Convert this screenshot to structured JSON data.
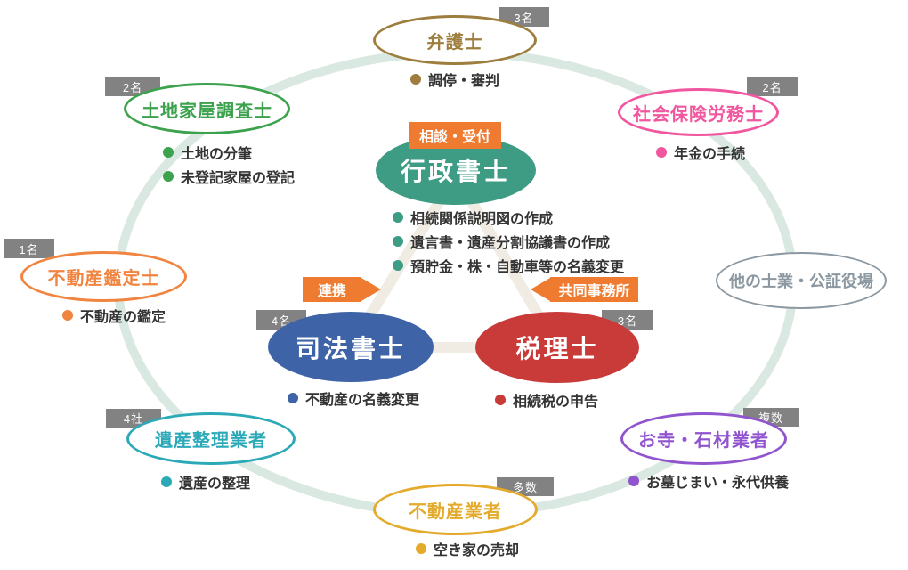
{
  "palette": {
    "ring": "#d9e9e1",
    "triangle": "#f0ebe3",
    "badge_bg": "#828282",
    "tag_bg": "#EE7B2F",
    "bullet_text": "#333333"
  },
  "center": {
    "gyouseishoshi": {
      "label": "行政書士",
      "tag": "相談・受付",
      "color": "#3E9C85",
      "bullets": [
        "相続関係説明図の作成",
        "遺言書・遺産分割協議書の作成",
        "預貯金・株・自動車等の名義変更"
      ]
    },
    "shihoushoshi": {
      "label": "司法書士",
      "badge": "4名",
      "tag": "連携",
      "color": "#3F63A7",
      "bullets": [
        "不動産の名義変更"
      ]
    },
    "zeirishi": {
      "label": "税理士",
      "badge": "3名",
      "tag": "共同事務所",
      "color": "#C93B39",
      "bullets": [
        "相続税の申告"
      ]
    }
  },
  "outer": {
    "bengoshi": {
      "label": "弁護士",
      "badge": "3名",
      "color": "#9E7E3E",
      "bullets": [
        "調停・審判"
      ]
    },
    "tochikaokuchousashi": {
      "label": "土地家屋調査士",
      "badge": "2名",
      "color": "#3DA24D",
      "bullets": [
        "土地の分筆",
        "未登記家屋の登記"
      ]
    },
    "shakaihokenroumushi": {
      "label": "社会保険労務士",
      "badge": "2名",
      "color": "#F0579E",
      "bullets": [
        "年金の手続"
      ]
    },
    "fudousankanteishi": {
      "label": "不動産鑑定士",
      "badge": "1名",
      "color": "#F08541",
      "bullets": [
        "不動産の鑑定"
      ]
    },
    "hokanoshigyou": {
      "label": "他の士業・公証役場",
      "color": "#8C98A1",
      "bullets": []
    },
    "isanseirigyousha": {
      "label": "遺産整理業者",
      "badge": "4社",
      "color": "#2CA9B7",
      "bullets": [
        "遺産の整理"
      ]
    },
    "otera_sekizaigyousha": {
      "label": "お寺・石材業者",
      "badge": "複数",
      "color": "#9054CE",
      "bullets": [
        "お墓じまい・永代供養"
      ]
    },
    "fudousangyousha": {
      "label": "不動産業者",
      "badge": "多数",
      "color": "#E4AA2B",
      "bullets": [
        "空き家の売却"
      ]
    }
  }
}
